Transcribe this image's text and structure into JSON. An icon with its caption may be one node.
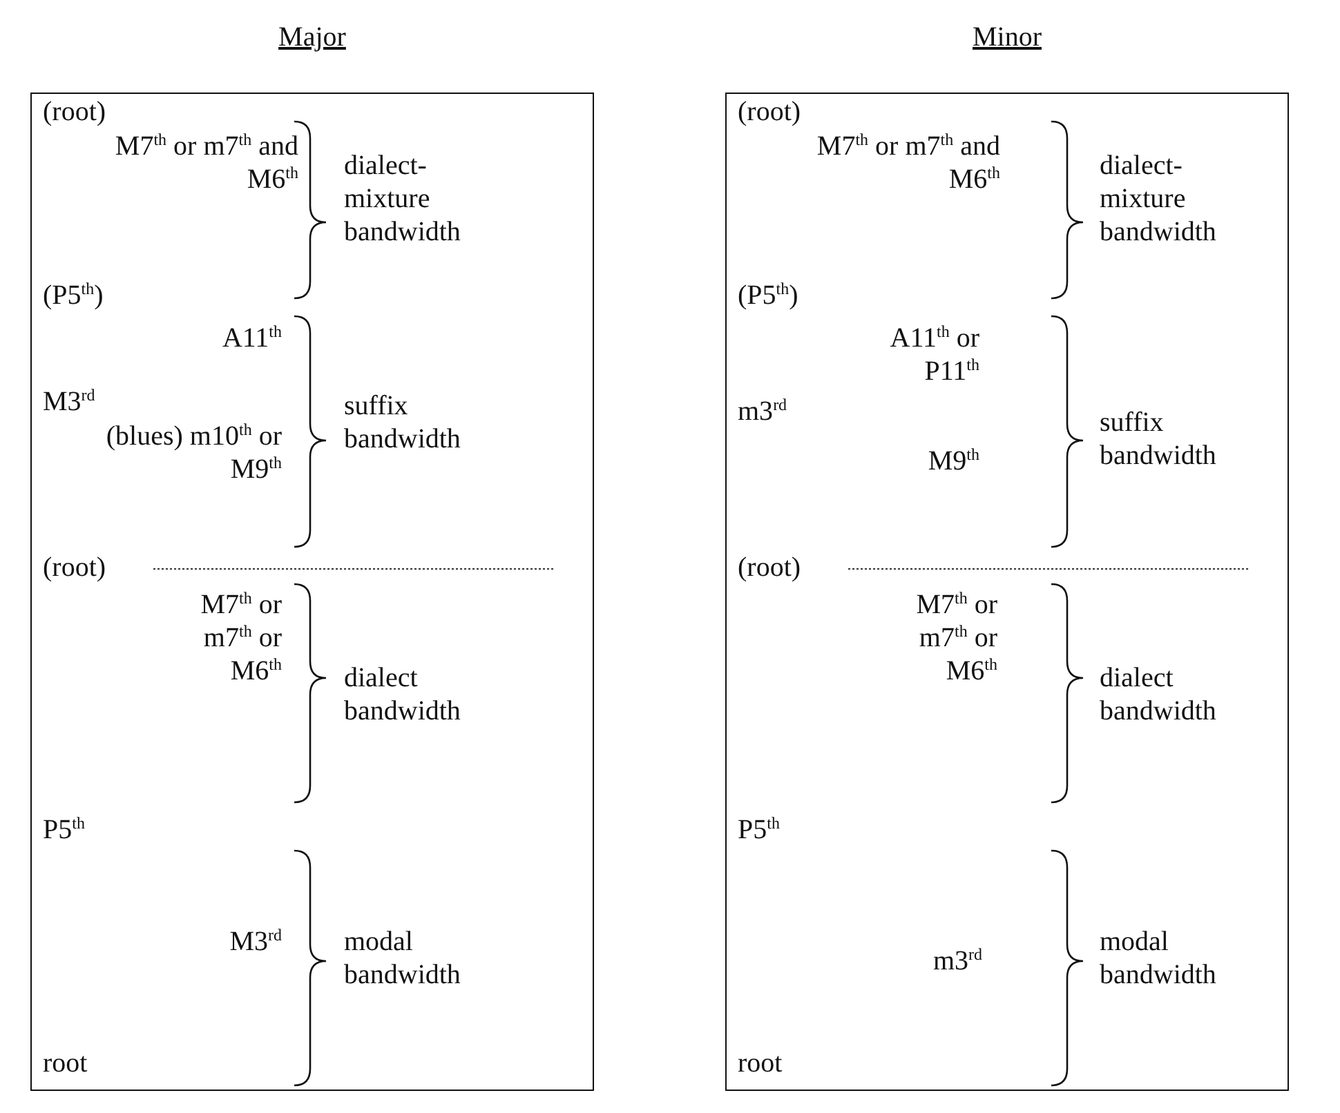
{
  "diagram": {
    "nodes": [
      {
        "text": [
          "Major",
          "(root)",
          "M7$^{th}$ or m7$^{th}$ and M6$^{th}$",
          "dialect-mixture bandwidth",
          "(P5$^{th}$)",
          "A11$^{th}$",
          "M3$^{rd}$",
          "(blues) m10$^{th}$ or M9$^{th}$",
          "suffix bandwidth",
          "(root)",
          "M7$^{th}$ or m7$^{th}$ or M6$^{th}$",
          "dialect bandwidth",
          "P5$^{th}$",
          "M3$^{rd}$",
          "modal bandwidth",
          "root"
        ]
      },
      {
        "text": [
          "Minor",
          "(root)",
          "M7$^{th}$ or m7$^{th}$ and M6$^{th}$",
          "dialect-mixture bandwidth",
          "(P5$^{th}$)",
          "A11$^{th}$ or P11$^{th}$",
          "m3$^{rd}$",
          "M9$^{th}$",
          "suffix bandwidth",
          "(root)",
          "M7$^{th}$ or m7$^{th}$ or M6$^{th}$",
          "dialect bandwidth",
          "P5$^{th}$",
          "m3$^{rd}$",
          "modal bandwidth",
          "root"
        ]
      }
    ]
  }
}
